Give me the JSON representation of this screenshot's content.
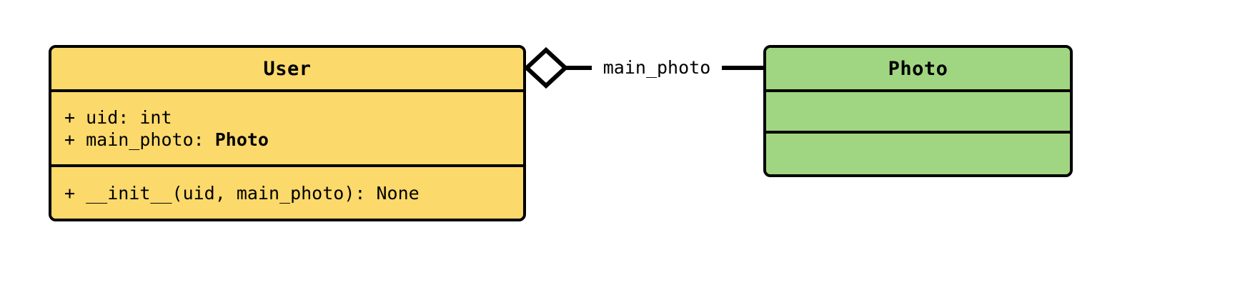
{
  "diagram": {
    "type": "uml-class-diagram",
    "background_color": "#ffffff",
    "classes": [
      {
        "id": "user",
        "name": "User",
        "fill_color": "#FCD96B",
        "border_color": "#000000",
        "attributes": [
          {
            "text": "+ uid: int",
            "plain": "+ uid: int",
            "type_name": ""
          },
          {
            "prefix": "+ main_photo: ",
            "type_name": "Photo"
          }
        ],
        "methods": [
          {
            "text": "+ __init__(uid, main_photo): None"
          }
        ]
      },
      {
        "id": "photo",
        "name": "Photo",
        "fill_color": "#A0D681",
        "border_color": "#000000",
        "attributes": [],
        "methods": []
      }
    ],
    "relationships": [
      {
        "kind": "aggregation",
        "source": "User",
        "target": "Photo",
        "label": "main_photo",
        "diamond_fill": "#ffffff",
        "line_color": "#000000"
      }
    ]
  }
}
